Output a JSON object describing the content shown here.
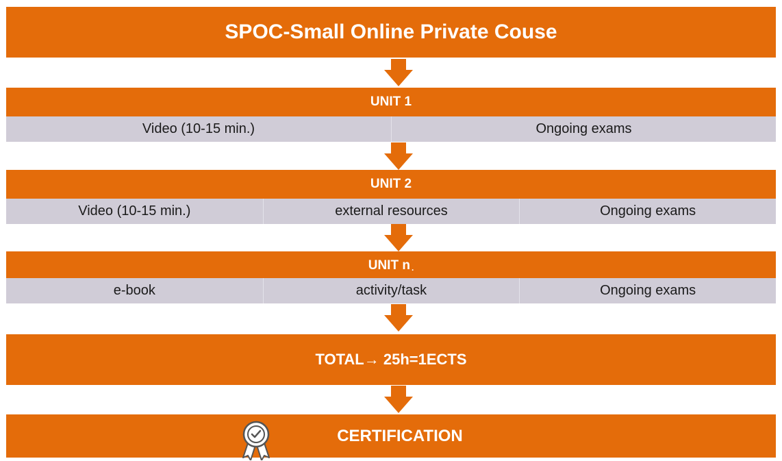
{
  "title": "SPOC-Small Online Private Couse",
  "units": [
    {
      "label": "UNIT 1",
      "suffix": "",
      "items": [
        "Video (10-15 min.)",
        "Ongoing exams"
      ]
    },
    {
      "label": "UNIT 2",
      "suffix": "",
      "items": [
        "Video (10-15 min.)",
        "external resources",
        "Ongoing exams"
      ]
    },
    {
      "label": "UNIT n",
      "suffix": ".",
      "items": [
        "e-book",
        "activity/task",
        "Ongoing exams"
      ]
    }
  ],
  "total": "TOTAL→ 25h=1ECTS",
  "certification": "CERTIFICATION",
  "icons": {
    "flow_arrow": "down-arrow-icon",
    "certificate": "award-ribbon-icon"
  },
  "colors": {
    "accent": "#e46c0a",
    "row": "#d0ccd7",
    "text_light": "#ffffff",
    "text_dark": "#1a1a1a"
  }
}
